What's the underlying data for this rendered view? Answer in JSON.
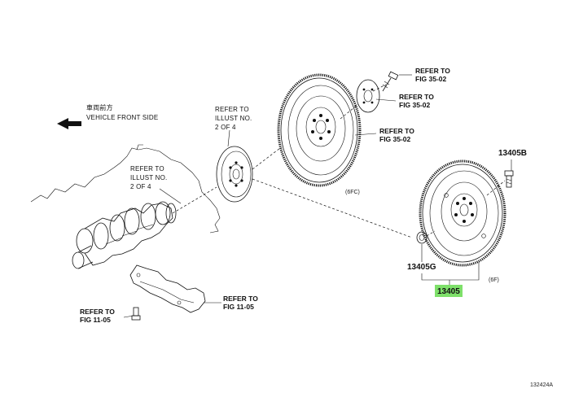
{
  "direction": {
    "jp": "車両前方",
    "en": "VEHICLE FRONT SIDE"
  },
  "refs": {
    "refer_to": "REFER TO",
    "illust": "ILLUST NO.",
    "two_of_four": "2 OF 4",
    "fig_35_02": "FIG 35-02",
    "fig_11_05": "FIG 11-05",
    "fig_11_05_b": "FIG 11-05"
  },
  "parts": {
    "p13405": "13405",
    "p13405b": "13405B",
    "p13405g": "13405G"
  },
  "variants": {
    "fc": "(6FC)",
    "f": "(6F)"
  },
  "diagram_id": "132424A",
  "colors": {
    "highlight": "#7ee06a",
    "line": "#111111"
  }
}
